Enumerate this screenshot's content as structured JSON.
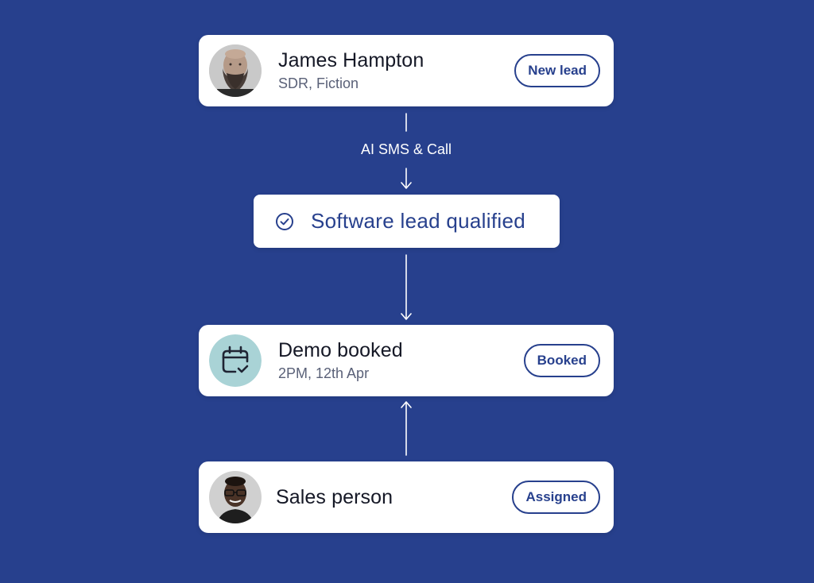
{
  "lead": {
    "name": "James Hampton",
    "subtitle": "SDR, Fiction",
    "status": "New lead"
  },
  "connector": {
    "label": "AI SMS & Call"
  },
  "qualified": {
    "label": "Software lead qualified"
  },
  "demo": {
    "title": "Demo booked",
    "subtitle": "2PM, 12th Apr",
    "status": "Booked"
  },
  "sales": {
    "name": "Sales person",
    "status": "Assigned"
  },
  "colors": {
    "background": "#27408d",
    "accent": "#27408d",
    "calendar_bg": "#a9d3d6",
    "card": "#ffffff"
  }
}
